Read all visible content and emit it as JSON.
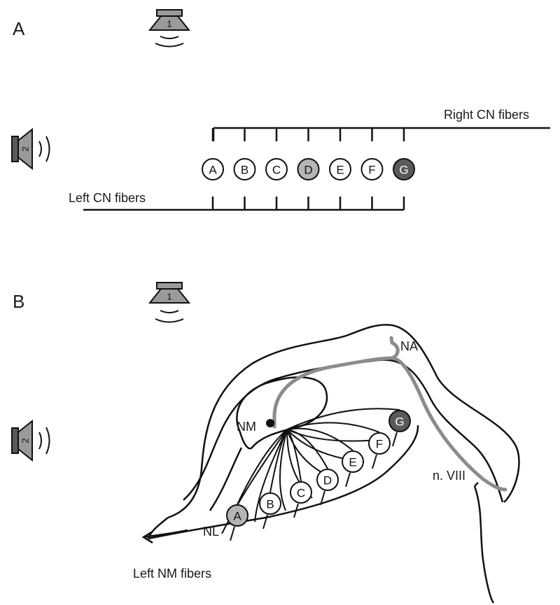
{
  "panels": [
    {
      "letter": "A"
    },
    {
      "letter": "B"
    }
  ],
  "speakers": {
    "top": "1",
    "side": "2"
  },
  "panel_a": {
    "right_label": "Right CN fibers",
    "left_label": "Left CN fibers",
    "nodes": [
      {
        "label": "A",
        "fill": "white"
      },
      {
        "label": "B",
        "fill": "white"
      },
      {
        "label": "C",
        "fill": "white"
      },
      {
        "label": "D",
        "fill": "light-grey"
      },
      {
        "label": "E",
        "fill": "white"
      },
      {
        "label": "F",
        "fill": "white"
      },
      {
        "label": "G",
        "fill": "dark-grey"
      }
    ]
  },
  "panel_b": {
    "labels": {
      "na": "NA",
      "nm": "NM",
      "nl": "NL",
      "n8": "n. VIII",
      "left_nm": "Left NM fibers"
    },
    "nodes": [
      {
        "label": "A",
        "fill": "light-grey"
      },
      {
        "label": "B",
        "fill": "white"
      },
      {
        "label": "C",
        "fill": "white"
      },
      {
        "label": "D",
        "fill": "white"
      },
      {
        "label": "E",
        "fill": "white"
      },
      {
        "label": "F",
        "fill": "white"
      },
      {
        "label": "G",
        "fill": "dark-grey"
      }
    ]
  },
  "colors": {
    "white": "#ffffff",
    "light-grey": "#b5b5b5",
    "dark-grey": "#5a5a5a",
    "fiber-grey": "#8c8c8c",
    "ink": "#111111"
  }
}
